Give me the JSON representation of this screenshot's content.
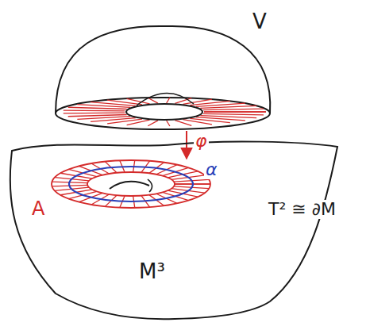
{
  "diagram": {
    "nodes": [
      {
        "text": [
          "V"
        ]
      },
      {
        "text": [
          "M³"
        ]
      }
    ],
    "edges": [
      {
        "from": 0,
        "to": 1,
        "arrow": "to",
        "label": "φ"
      }
    ],
    "labels": [
      "α",
      "A",
      "T² ≅ ∂M"
    ]
  }
}
